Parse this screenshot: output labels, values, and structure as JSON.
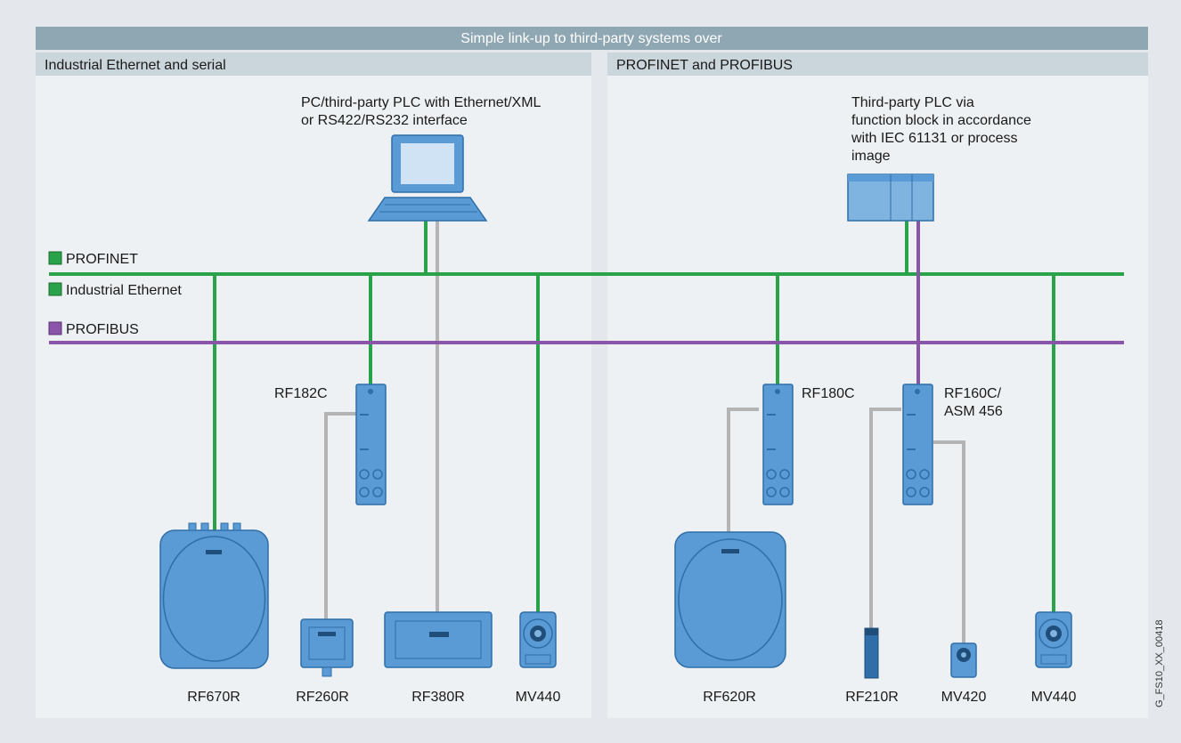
{
  "header": {
    "title": "Simple link-up to third-party systems over"
  },
  "panels": {
    "left": {
      "title": "Industrial Ethernet and serial"
    },
    "right": {
      "title": "PROFINET and PROFIBUS"
    }
  },
  "pc": {
    "label_lines": [
      "PC/third-party PLC with Ethernet/XML",
      "or RS422/RS232 interface"
    ]
  },
  "plc": {
    "label_lines": [
      "Third-party PLC via",
      "function block in accordance",
      "with IEC 61131 or process",
      "image"
    ]
  },
  "legend": [
    {
      "label": "PROFINET",
      "color": "#2aa24a"
    },
    {
      "label": "Industrial Ethernet",
      "color": "#2aa24a"
    },
    {
      "label": "PROFIBUS",
      "color": "#8a54a8"
    }
  ],
  "colors": {
    "ethernet": "#2aa24a",
    "profibus": "#8a54a8",
    "serial": "#b4b4b4",
    "device": "#5b9bd5",
    "device_dark": "#2f6ea8",
    "panel": "#eef1f3",
    "header": "#8fa6b3"
  },
  "modules": {
    "rf182c": "RF182C",
    "rf180c": "RF180C",
    "rf160c": [
      "RF160C/",
      "ASM 456"
    ]
  },
  "devices": {
    "rf670r": "RF670R",
    "rf260r": "RF260R",
    "rf380r": "RF380R",
    "mv440_left": "MV440",
    "rf620r": "RF620R",
    "rf210r": "RF210R",
    "mv420": "MV420",
    "mv440_right": "MV440"
  },
  "code": "G_FS10_XX_00418"
}
